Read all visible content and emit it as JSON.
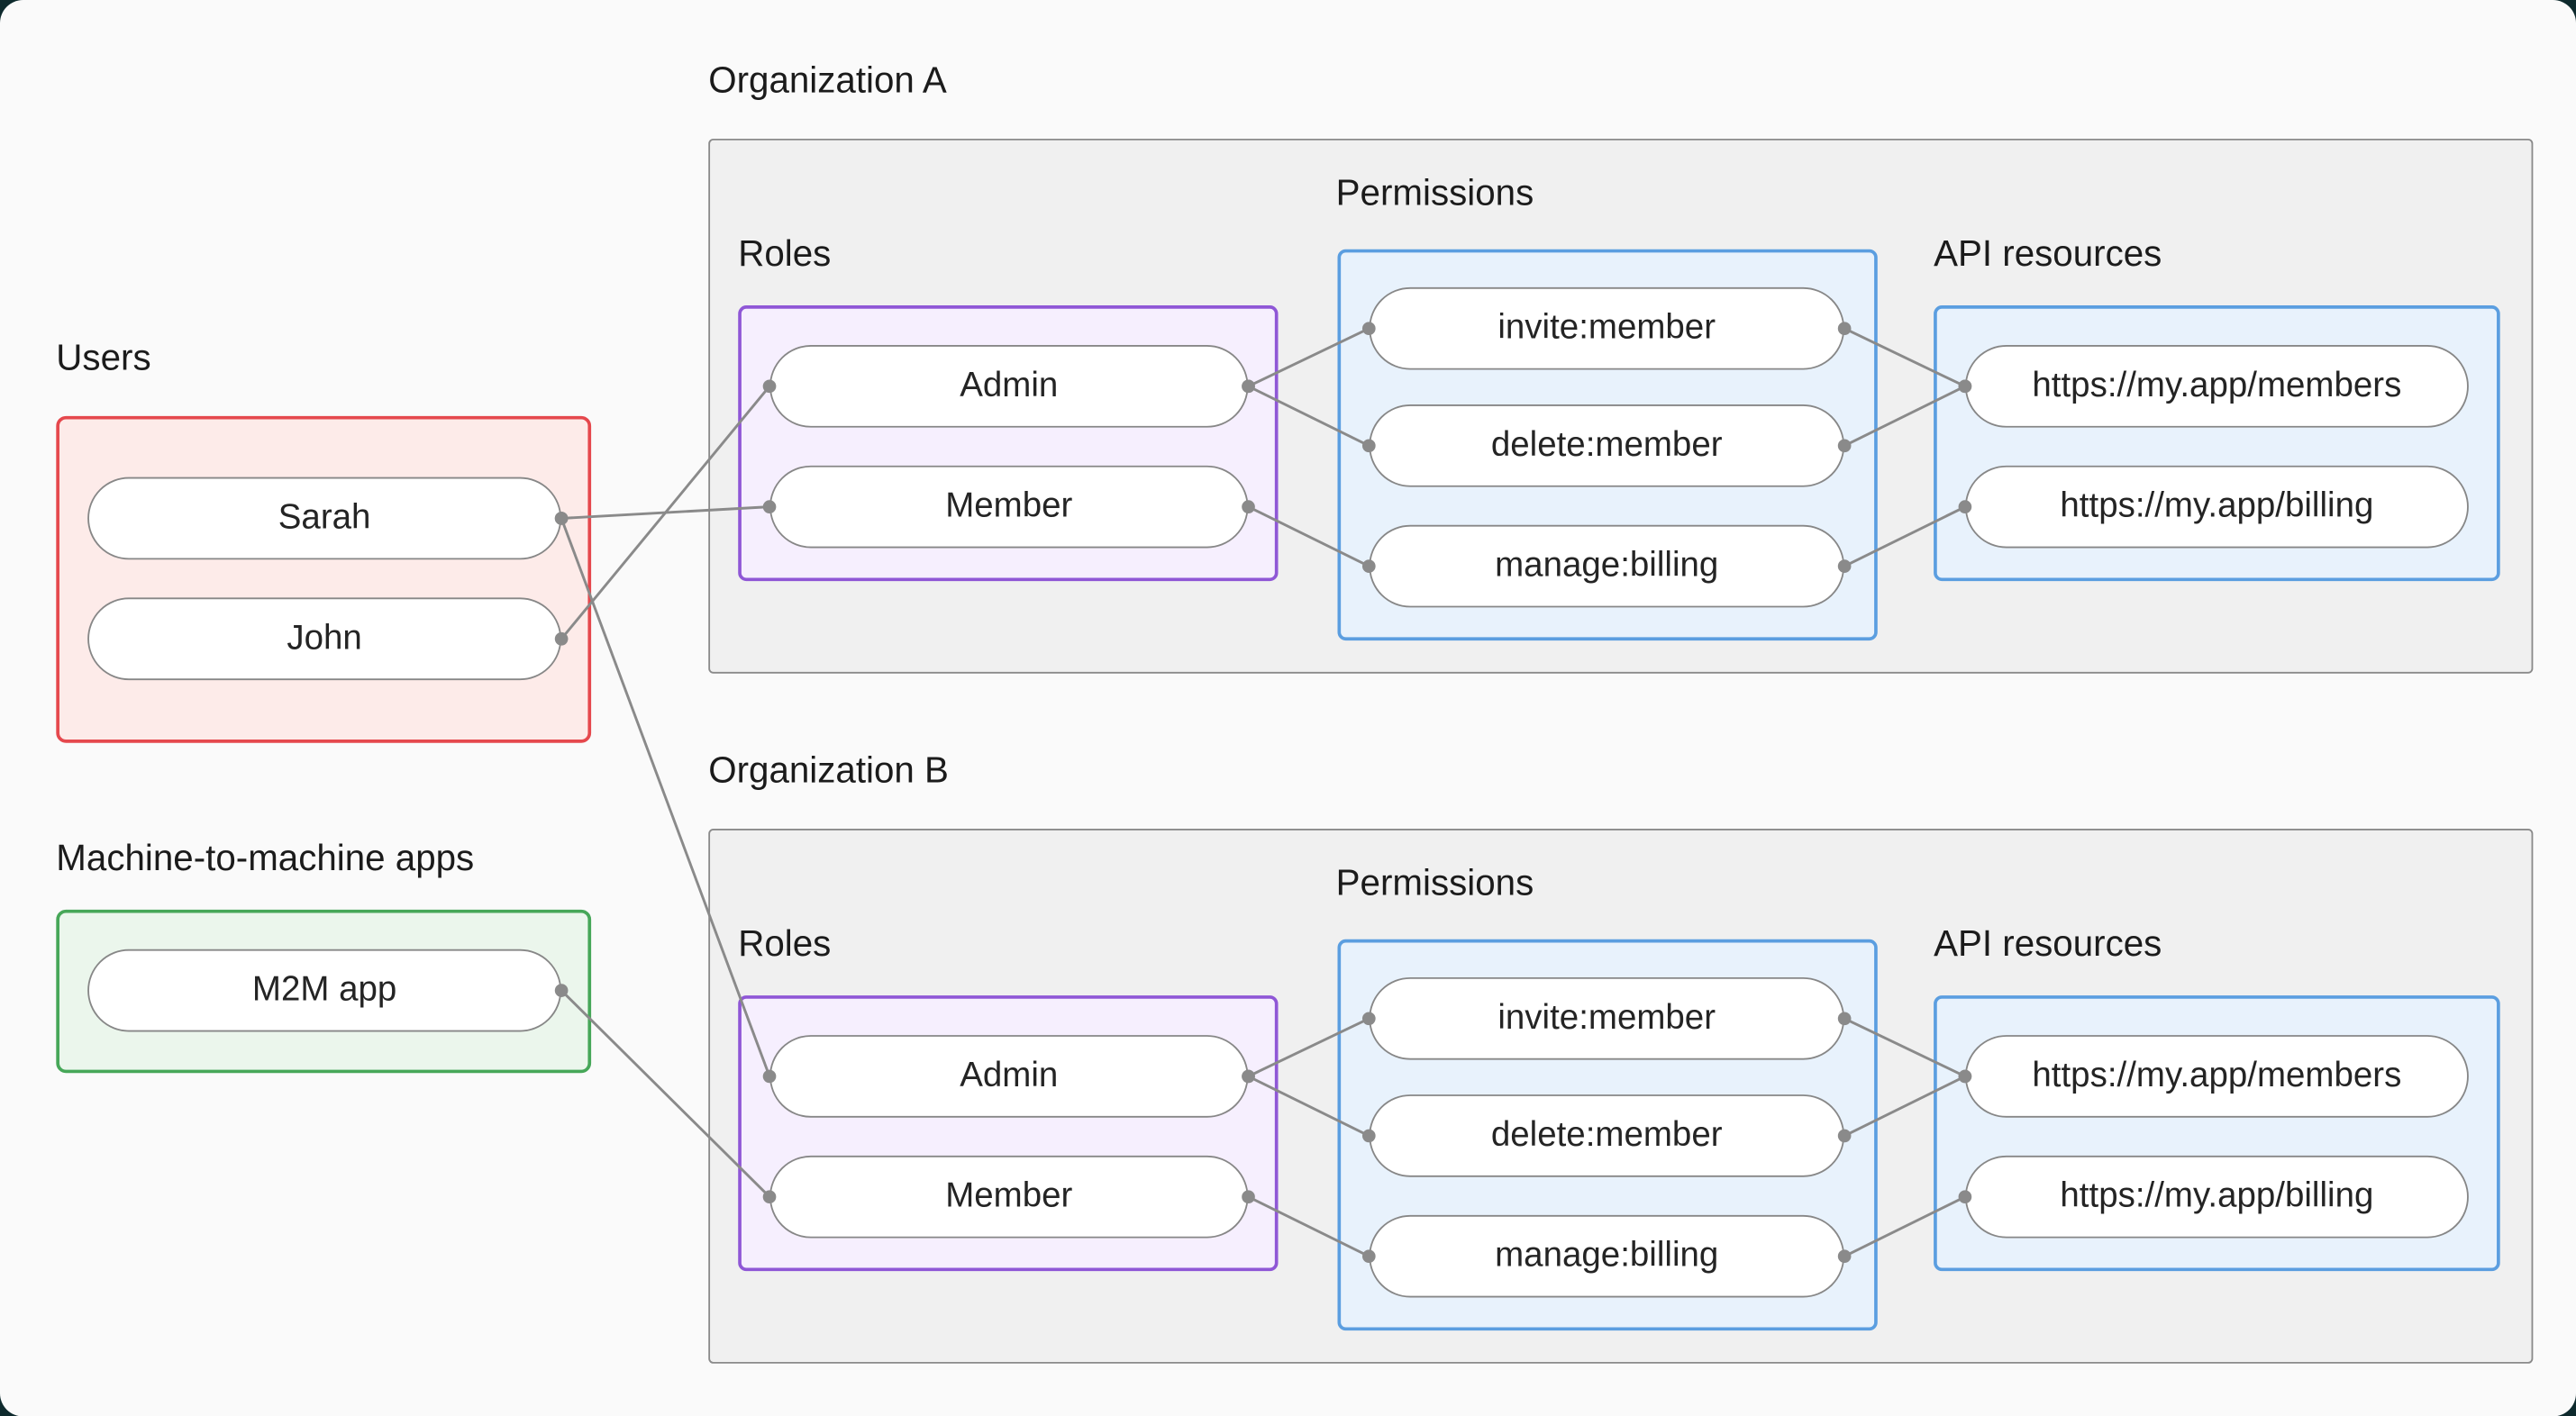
{
  "users": {
    "label": "Users",
    "items": [
      "Sarah",
      "John"
    ]
  },
  "m2m": {
    "label": "Machine-to-machine apps",
    "items": [
      "M2M app"
    ]
  },
  "org_a": {
    "title": "Organization A",
    "roles_label": "Roles",
    "permissions_label": "Permissions",
    "resources_label": "API resources",
    "roles": [
      "Admin",
      "Member"
    ],
    "permissions": [
      "invite:member",
      "delete:member",
      "manage:billing"
    ],
    "resources": [
      "https://my.app/members",
      "https://my.app/billing"
    ]
  },
  "org_b": {
    "title": "Organization B",
    "roles_label": "Roles",
    "permissions_label": "Permissions",
    "resources_label": "API resources",
    "roles": [
      "Admin",
      "Member"
    ],
    "permissions": [
      "invite:member",
      "delete:member",
      "manage:billing"
    ],
    "resources": [
      "https://my.app/members",
      "https://my.app/billing"
    ]
  },
  "edges": [
    {
      "from": "pill-user-sarah",
      "from_side": "right",
      "to": "pill-orga-role-member",
      "to_side": "left"
    },
    {
      "from": "pill-user-john",
      "from_side": "right",
      "to": "pill-orga-role-admin",
      "to_side": "left"
    },
    {
      "from": "pill-user-sarah",
      "from_side": "right",
      "to": "pill-orgb-role-admin",
      "to_side": "left"
    },
    {
      "from": "pill-m2m-app",
      "from_side": "right",
      "to": "pill-orgb-role-member",
      "to_side": "left"
    },
    {
      "from": "pill-orga-role-admin",
      "from_side": "right",
      "to": "pill-orga-perm-invite",
      "to_side": "left"
    },
    {
      "from": "pill-orga-role-admin",
      "from_side": "right",
      "to": "pill-orga-perm-delete",
      "to_side": "left"
    },
    {
      "from": "pill-orga-role-member",
      "from_side": "right",
      "to": "pill-orga-perm-manage",
      "to_side": "left"
    },
    {
      "from": "pill-orga-perm-invite",
      "from_side": "right",
      "to": "pill-orga-res-members",
      "to_side": "left"
    },
    {
      "from": "pill-orga-perm-delete",
      "from_side": "right",
      "to": "pill-orga-res-members",
      "to_side": "left"
    },
    {
      "from": "pill-orga-perm-manage",
      "from_side": "right",
      "to": "pill-orga-res-billing",
      "to_side": "left"
    },
    {
      "from": "pill-orgb-role-admin",
      "from_side": "right",
      "to": "pill-orgb-perm-invite",
      "to_side": "left"
    },
    {
      "from": "pill-orgb-role-admin",
      "from_side": "right",
      "to": "pill-orgb-perm-delete",
      "to_side": "left"
    },
    {
      "from": "pill-orgb-role-member",
      "from_side": "right",
      "to": "pill-orgb-perm-manage",
      "to_side": "left"
    },
    {
      "from": "pill-orgb-perm-invite",
      "from_side": "right",
      "to": "pill-orgb-res-members",
      "to_side": "left"
    },
    {
      "from": "pill-orgb-perm-delete",
      "from_side": "right",
      "to": "pill-orgb-res-members",
      "to_side": "left"
    },
    {
      "from": "pill-orgb-perm-manage",
      "from_side": "right",
      "to": "pill-orgb-res-billing",
      "to_side": "left"
    }
  ],
  "colors": {
    "page_background": "#0e2a2d",
    "panel_background": "#fafafa",
    "users_border": "#e5484d",
    "users_fill": "#fdebe9",
    "m2m_border": "#46a758",
    "m2m_fill": "#ebf6ec",
    "roles_border": "#8f57d6",
    "roles_fill": "#f6effe",
    "permissions_border": "#5b9ee0",
    "permissions_fill": "#e8f2fc",
    "org_fill": "#f0f0f0",
    "org_border": "#8a8a8a",
    "line": "#8a8a8a"
  }
}
